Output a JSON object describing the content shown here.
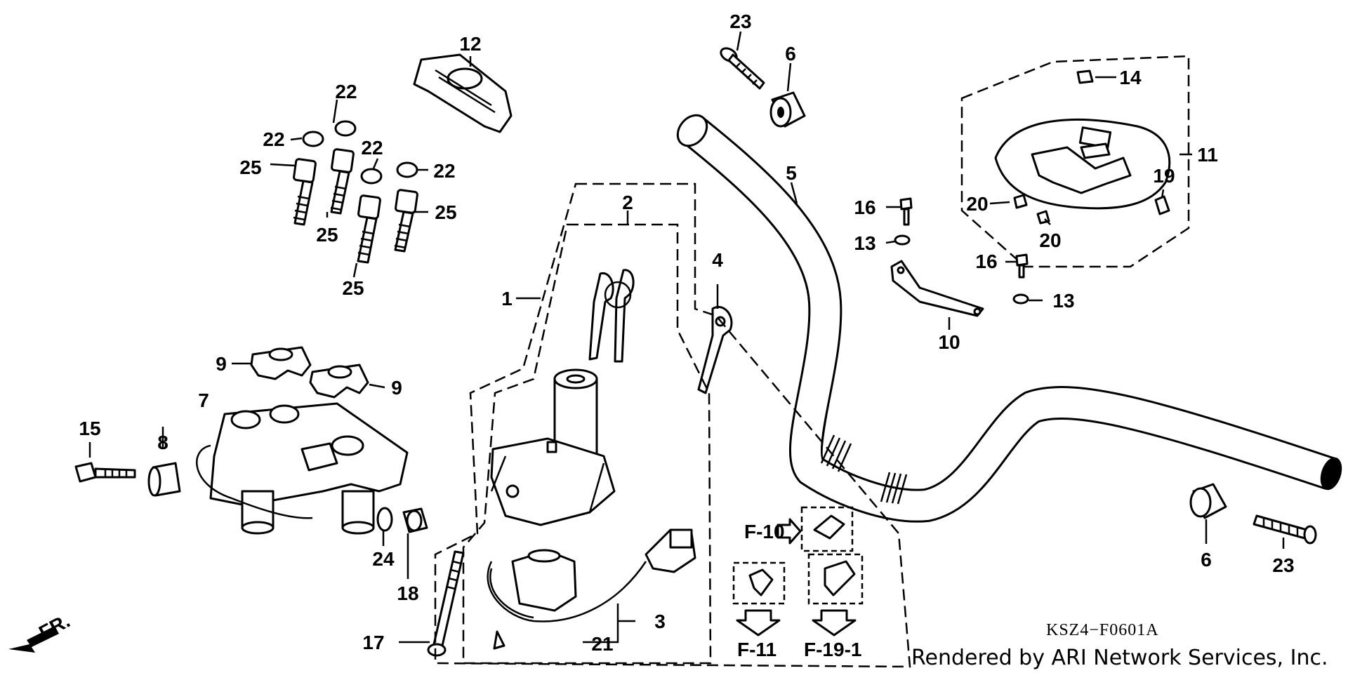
{
  "callouts": {
    "c1": "1",
    "c2": "2",
    "c3": "3",
    "c4": "4",
    "c5": "5",
    "c6a": "6",
    "c6b": "6",
    "c7": "7",
    "c8": "8",
    "c9a": "9",
    "c9b": "9",
    "c10": "10",
    "c11": "11",
    "c12": "12",
    "c13a": "13",
    "c13b": "13",
    "c14": "14",
    "c15": "15",
    "c16a": "16",
    "c16b": "16",
    "c17": "17",
    "c18": "18",
    "c19": "19",
    "c20a": "20",
    "c20b": "20",
    "c21": "21",
    "c22a": "22",
    "c22b": "22",
    "c22c": "22",
    "c22d": "22",
    "c23a": "23",
    "c23b": "23",
    "c24": "24",
    "c25a": "25",
    "c25b": "25",
    "c25c": "25",
    "c25d": "25"
  },
  "refs": {
    "f10": "F-10",
    "f11": "F-11",
    "f19": "F-19-1"
  },
  "direction": "FR.",
  "diagram_code": "KSZ4−F0601A",
  "credit": "Rendered by ARI Network Services, Inc."
}
